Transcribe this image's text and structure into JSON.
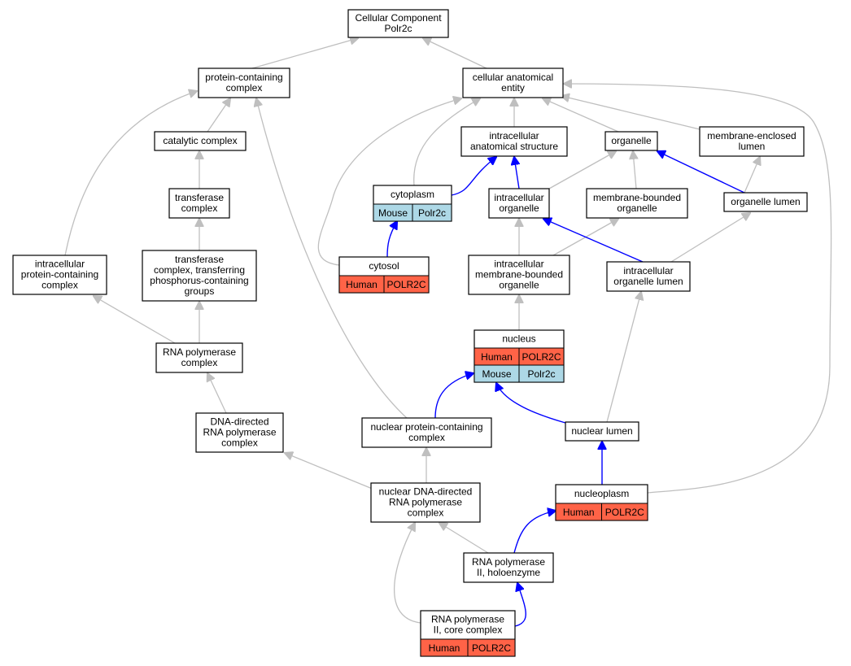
{
  "diagram": {
    "nodes": [
      {
        "id": "root",
        "lines": [
          "Cellular Component",
          "Polr2c"
        ]
      },
      {
        "id": "pcc",
        "lines": [
          "protein-containing",
          "complex"
        ]
      },
      {
        "id": "cae",
        "lines": [
          "cellular anatomical",
          "entity"
        ]
      },
      {
        "id": "cat",
        "lines": [
          "catalytic complex"
        ]
      },
      {
        "id": "ias",
        "lines": [
          "intracellular",
          "anatomical structure"
        ]
      },
      {
        "id": "org",
        "lines": [
          "organelle"
        ]
      },
      {
        "id": "mel",
        "lines": [
          "membrane-enclosed",
          "lumen"
        ]
      },
      {
        "id": "trc",
        "lines": [
          "transferase",
          "complex"
        ]
      },
      {
        "id": "cyt",
        "lines": [
          "cytoplasm"
        ],
        "rows": [
          [
            "Mouse",
            "Polr2c"
          ]
        ]
      },
      {
        "id": "io",
        "lines": [
          "intracellular",
          "organelle"
        ]
      },
      {
        "id": "mbo",
        "lines": [
          "membrane-bounded",
          "organelle"
        ]
      },
      {
        "id": "ol",
        "lines": [
          "organelle lumen"
        ]
      },
      {
        "id": "ipc",
        "lines": [
          "intracellular",
          "protein-containing",
          "complex"
        ]
      },
      {
        "id": "tcp",
        "lines": [
          "transferase",
          "complex, transferring",
          "phosphorus-containing",
          "groups"
        ]
      },
      {
        "id": "cys",
        "lines": [
          "cytosol"
        ],
        "rows": [
          [
            "Human",
            "POLR2C"
          ]
        ]
      },
      {
        "id": "imo",
        "lines": [
          "intracellular",
          "membrane-bounded",
          "organelle"
        ]
      },
      {
        "id": "iol",
        "lines": [
          "intracellular",
          "organelle lumen"
        ]
      },
      {
        "id": "nuc",
        "lines": [
          "nucleus"
        ],
        "rows": [
          [
            "Human",
            "POLR2C"
          ],
          [
            "Mouse",
            "Polr2c"
          ]
        ]
      },
      {
        "id": "rpc",
        "lines": [
          "RNA polymerase",
          "complex"
        ]
      },
      {
        "id": "dd",
        "lines": [
          "DNA-directed",
          "RNA polymerase",
          "complex"
        ]
      },
      {
        "id": "npc",
        "lines": [
          "nuclear protein-containing",
          "complex"
        ]
      },
      {
        "id": "nl",
        "lines": [
          "nuclear lumen"
        ]
      },
      {
        "id": "ndd",
        "lines": [
          "nuclear DNA-directed",
          "RNA polymerase",
          "complex"
        ]
      },
      {
        "id": "nup",
        "lines": [
          "nucleoplasm"
        ],
        "rows": [
          [
            "Human",
            "POLR2C"
          ]
        ]
      },
      {
        "id": "rh",
        "lines": [
          "RNA polymerase",
          "II, holoenzyme"
        ]
      },
      {
        "id": "rcc",
        "lines": [
          "RNA polymerase",
          "II, core complex"
        ],
        "rows": [
          [
            "Human",
            "POLR2C"
          ]
        ]
      }
    ],
    "colors": {
      "human": "#ff6347",
      "mouse": "#add8e6",
      "edge_gray": "#bfbfbf",
      "edge_blue": "#0000ff"
    }
  }
}
